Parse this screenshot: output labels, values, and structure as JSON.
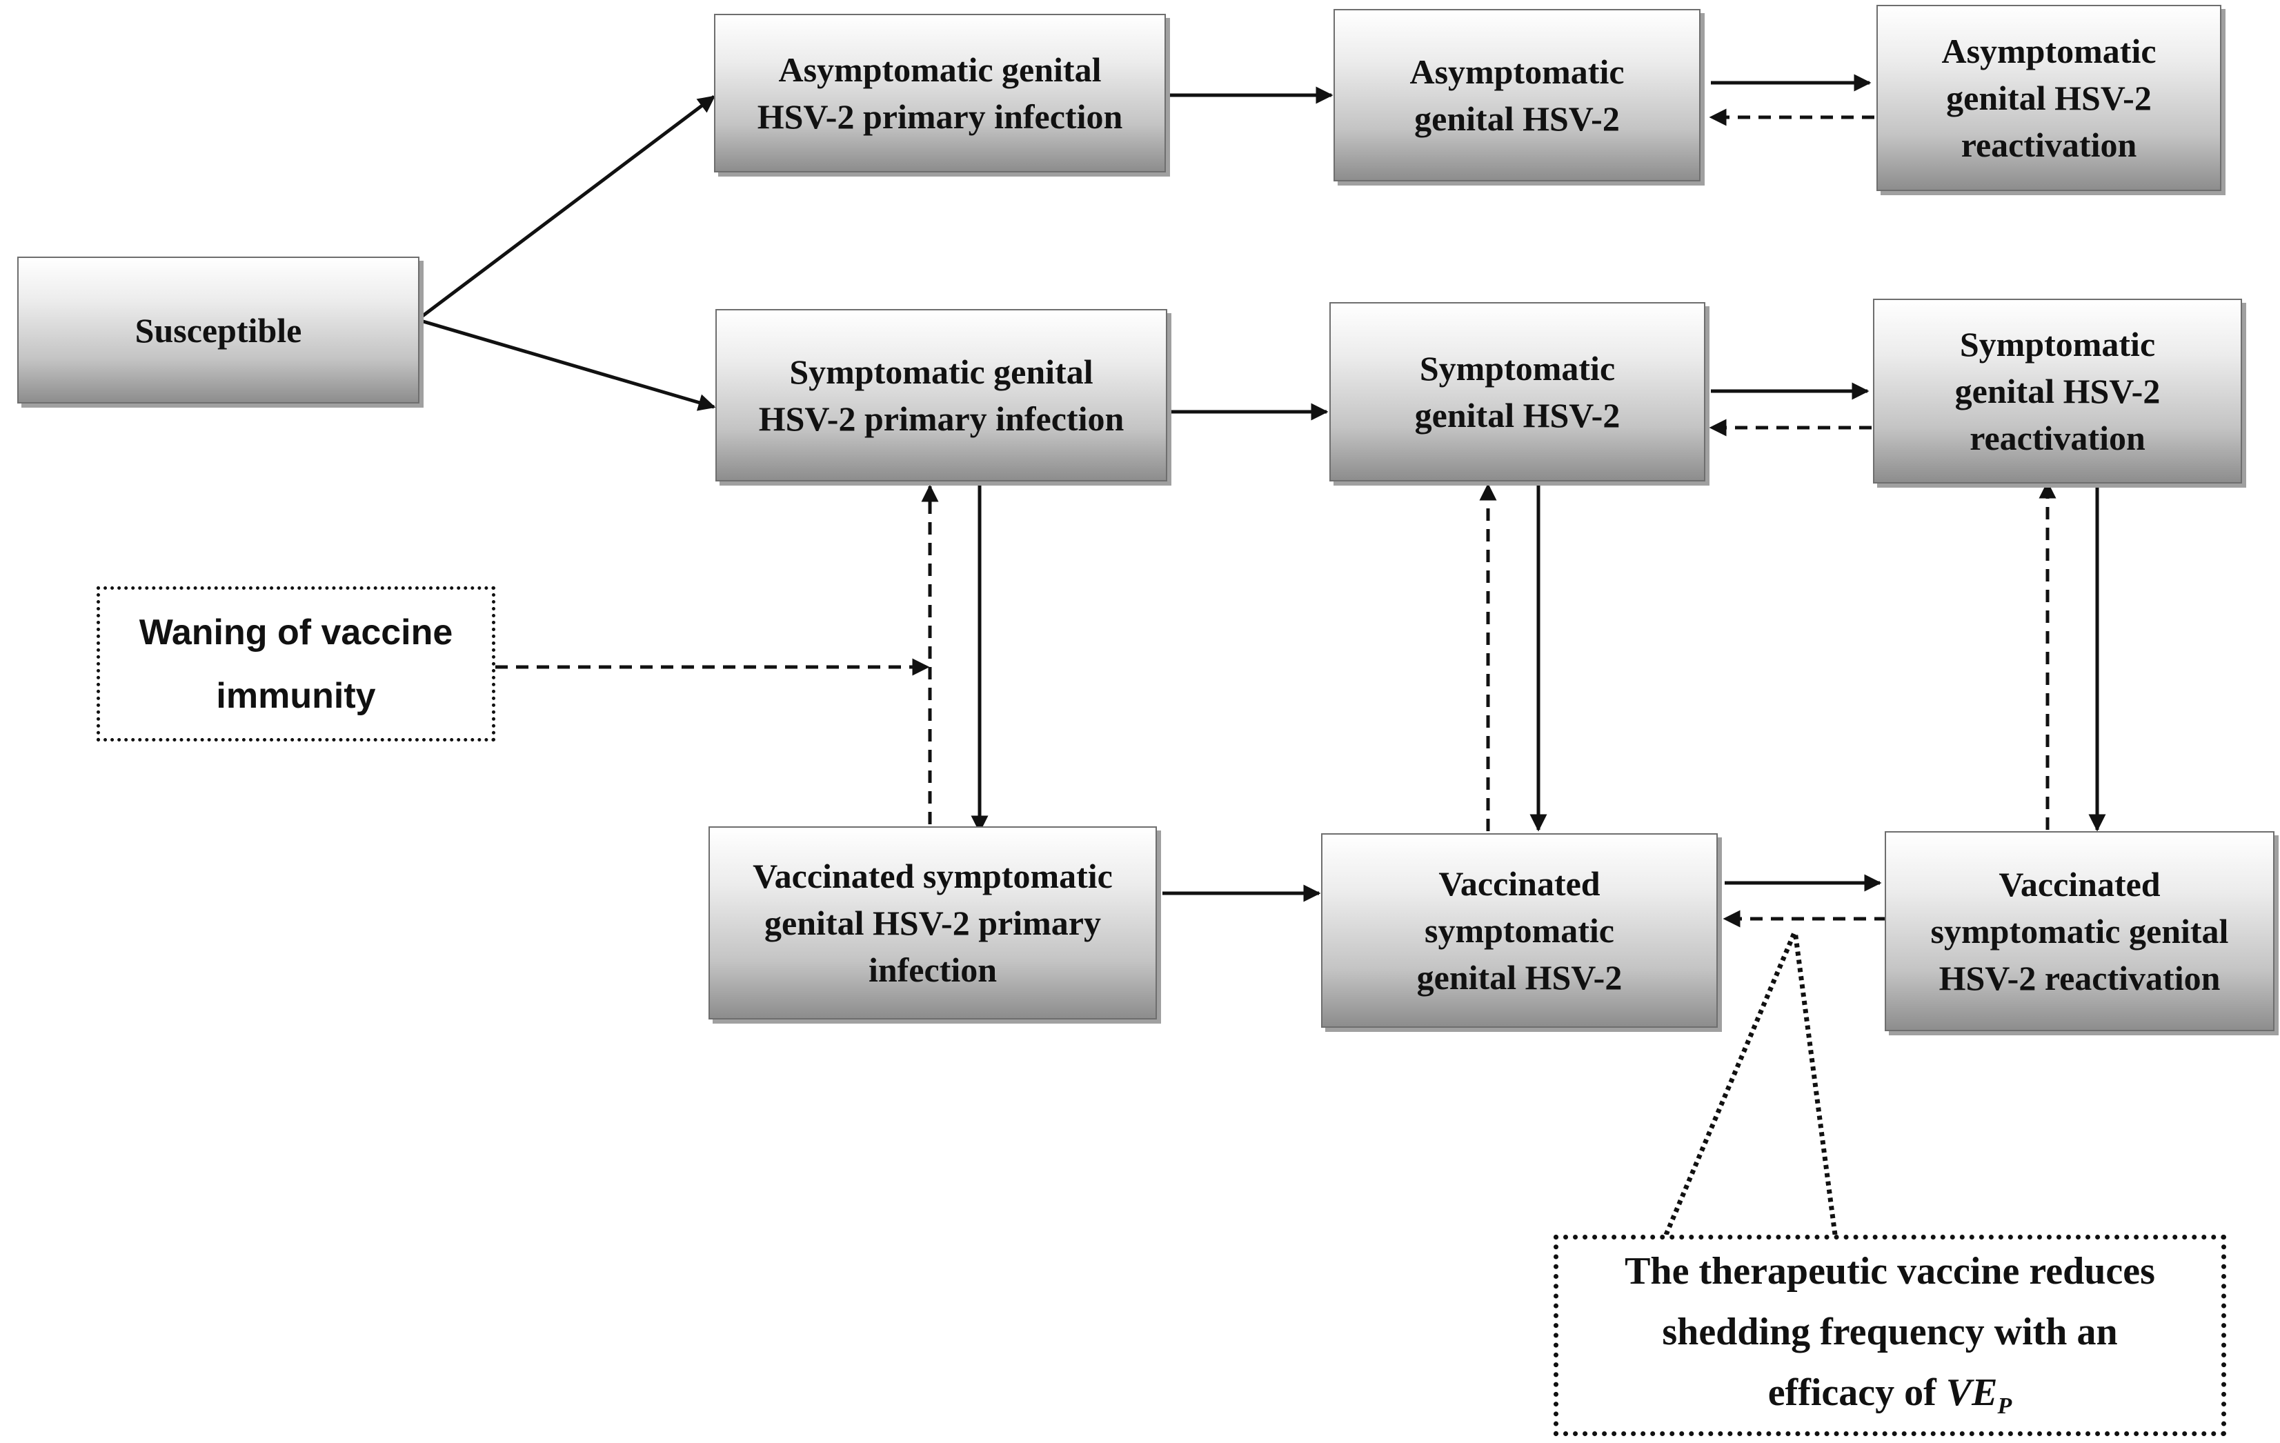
{
  "nodes": {
    "susceptible": "Susceptible",
    "asym_primary": "Asymptomatic genital\nHSV-2 primary infection",
    "asym": "Asymptomatic\ngenital HSV-2",
    "asym_react": "Asymptomatic\ngenital HSV-2\nreactivation",
    "sym_primary": "Symptomatic genital\nHSV-2 primary infection",
    "sym": "Symptomatic\ngenital HSV-2",
    "sym_react": "Symptomatic\ngenital HSV-2\nreactivation",
    "vac_primary": "Vaccinated symptomatic\ngenital HSV-2 primary\ninfection",
    "vac_sym": "Vaccinated\nsymptomatic\ngenital HSV-2",
    "vac_react": "Vaccinated\nsymptomatic genital\nHSV-2 reactivation"
  },
  "notes": {
    "waning": "Waning of vaccine\nimmunity",
    "vaccine_text": "The therapeutic vaccine reduces\nshedding frequency with an\nefficacy of ",
    "vaccine_symbol": "VE",
    "vaccine_subscript": "P"
  }
}
